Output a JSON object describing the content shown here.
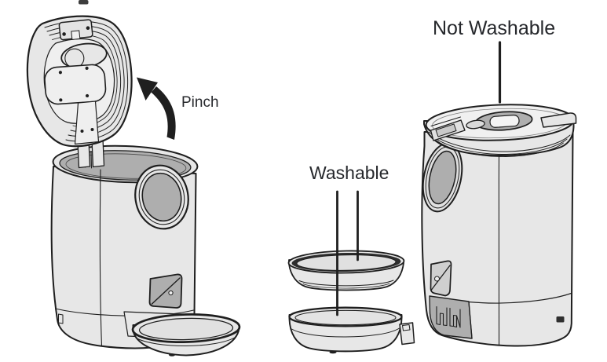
{
  "figure": {
    "labels": {
      "pinch": "Pinch",
      "washable": "Washable",
      "not_washable": "Not Washable"
    },
    "icons": {
      "pinch_arrow": "curved-arrow-up-left-icon"
    },
    "colors": {
      "background": "#ffffff",
      "line": "#1f1f1f",
      "body_fill": "#e7e7e7",
      "panel_fill": "#efefef",
      "shade_fill": "#aeaeae",
      "dark_rim": "#2e2e2e",
      "ink": "#26282c"
    }
  }
}
